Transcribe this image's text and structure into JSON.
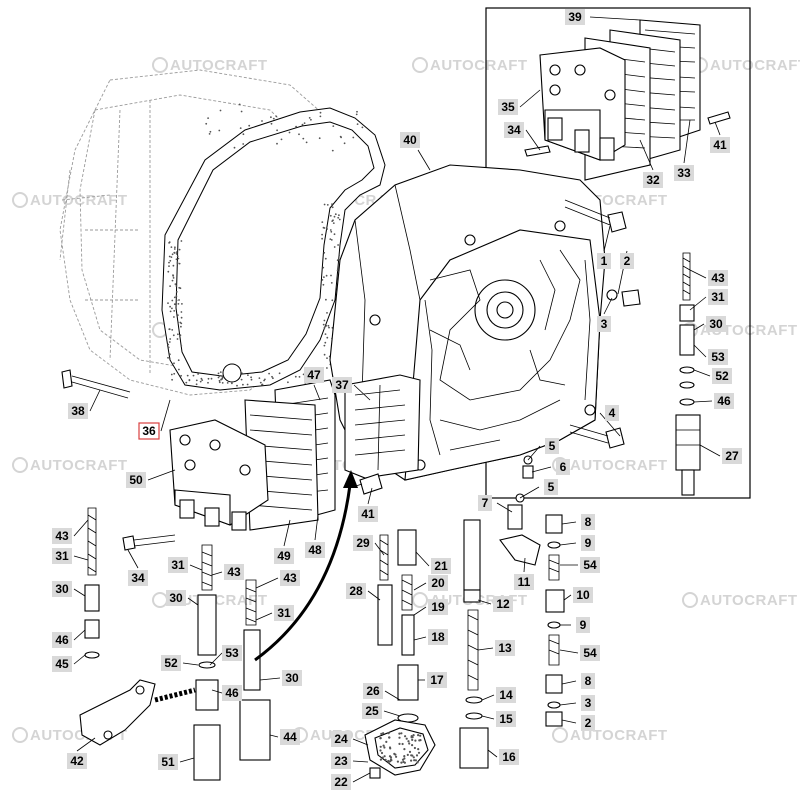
{
  "watermark": "AUTOCRAFT",
  "highlight_color": "#d94040",
  "label_fill": "#d9d9d9",
  "labels": [
    {
      "text": "39",
      "highlighted": false
    },
    {
      "text": "35",
      "highlighted": false
    },
    {
      "text": "34",
      "highlighted": false
    },
    {
      "text": "32",
      "highlighted": false
    },
    {
      "text": "33",
      "highlighted": false
    },
    {
      "text": "41",
      "highlighted": false
    },
    {
      "text": "40",
      "highlighted": false
    },
    {
      "text": "1",
      "highlighted": false
    },
    {
      "text": "2",
      "highlighted": false
    },
    {
      "text": "3",
      "highlighted": false
    },
    {
      "text": "43",
      "highlighted": false
    },
    {
      "text": "31",
      "highlighted": false
    },
    {
      "text": "30",
      "highlighted": false
    },
    {
      "text": "53",
      "highlighted": false
    },
    {
      "text": "52",
      "highlighted": false
    },
    {
      "text": "46",
      "highlighted": false
    },
    {
      "text": "27",
      "highlighted": false
    },
    {
      "text": "4",
      "highlighted": false
    },
    {
      "text": "5",
      "highlighted": false
    },
    {
      "text": "6",
      "highlighted": false
    },
    {
      "text": "5",
      "highlighted": false
    },
    {
      "text": "7",
      "highlighted": false
    },
    {
      "text": "8",
      "highlighted": false
    },
    {
      "text": "9",
      "highlighted": false
    },
    {
      "text": "11",
      "highlighted": false
    },
    {
      "text": "54",
      "highlighted": false
    },
    {
      "text": "10",
      "highlighted": false
    },
    {
      "text": "9",
      "highlighted": false
    },
    {
      "text": "54",
      "highlighted": false
    },
    {
      "text": "8",
      "highlighted": false
    },
    {
      "text": "3",
      "highlighted": false
    },
    {
      "text": "2",
      "highlighted": false
    },
    {
      "text": "38",
      "highlighted": false
    },
    {
      "text": "36",
      "highlighted": true
    },
    {
      "text": "47",
      "highlighted": false
    },
    {
      "text": "37",
      "highlighted": false
    },
    {
      "text": "50",
      "highlighted": false
    },
    {
      "text": "41",
      "highlighted": false
    },
    {
      "text": "49",
      "highlighted": false
    },
    {
      "text": "48",
      "highlighted": false
    },
    {
      "text": "43",
      "highlighted": false
    },
    {
      "text": "31",
      "highlighted": false
    },
    {
      "text": "34",
      "highlighted": false
    },
    {
      "text": "30",
      "highlighted": false
    },
    {
      "text": "46",
      "highlighted": false
    },
    {
      "text": "45",
      "highlighted": false
    },
    {
      "text": "31",
      "highlighted": false
    },
    {
      "text": "43",
      "highlighted": false
    },
    {
      "text": "43",
      "highlighted": false
    },
    {
      "text": "30",
      "highlighted": false
    },
    {
      "text": "31",
      "highlighted": false
    },
    {
      "text": "52",
      "highlighted": false
    },
    {
      "text": "53",
      "highlighted": false
    },
    {
      "text": "46",
      "highlighted": false
    },
    {
      "text": "30",
      "highlighted": false
    },
    {
      "text": "42",
      "highlighted": false
    },
    {
      "text": "51",
      "highlighted": false
    },
    {
      "text": "44",
      "highlighted": false
    },
    {
      "text": "29",
      "highlighted": false
    },
    {
      "text": "21",
      "highlighted": false
    },
    {
      "text": "28",
      "highlighted": false
    },
    {
      "text": "20",
      "highlighted": false
    },
    {
      "text": "19",
      "highlighted": false
    },
    {
      "text": "18",
      "highlighted": false
    },
    {
      "text": "12",
      "highlighted": false
    },
    {
      "text": "13",
      "highlighted": false
    },
    {
      "text": "17",
      "highlighted": false
    },
    {
      "text": "26",
      "highlighted": false
    },
    {
      "text": "25",
      "highlighted": false
    },
    {
      "text": "14",
      "highlighted": false
    },
    {
      "text": "15",
      "highlighted": false
    },
    {
      "text": "24",
      "highlighted": false
    },
    {
      "text": "23",
      "highlighted": false
    },
    {
      "text": "22",
      "highlighted": false
    },
    {
      "text": "16",
      "highlighted": false
    }
  ]
}
